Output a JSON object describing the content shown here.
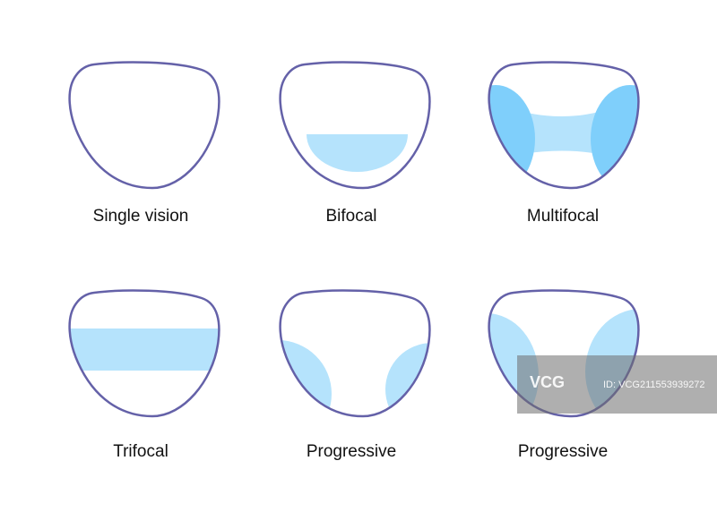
{
  "lenses": [
    {
      "label": "Single vision"
    },
    {
      "label": "Bifocal"
    },
    {
      "label": "Multifocal"
    },
    {
      "label": "Trifocal"
    },
    {
      "label": "Progressive"
    },
    {
      "label": "Progressive"
    }
  ],
  "colors": {
    "outline": "#6461a8",
    "light": "#b5e3fc",
    "dark": "#7fcffb"
  },
  "watermark": {
    "logo": "VCG",
    "id": "ID: VCG211553939272"
  }
}
